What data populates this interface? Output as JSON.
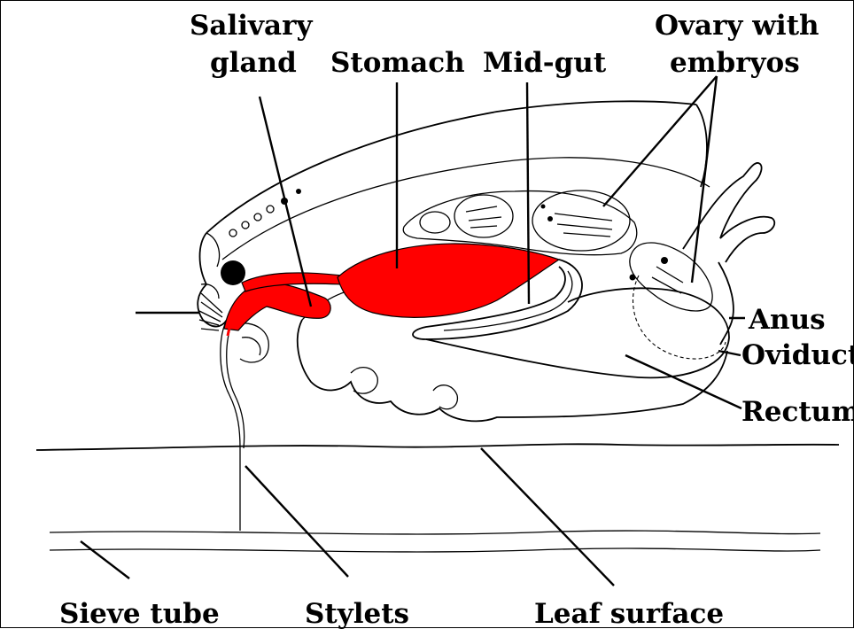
{
  "labels": {
    "salivary_gland_line1": "Salivary",
    "salivary_gland_line2": "gland",
    "stomach": "Stomach",
    "mid_gut": "Mid-gut",
    "ovary_line1": "Ovary with",
    "ovary_line2": "embryos",
    "anus": "Anus",
    "oviduct": "Oviduct",
    "rectum": "Rectum",
    "sieve_tube": "Sieve tube",
    "stylets": "Stylets",
    "leaf_surface": "Leaf surface"
  },
  "colors": {
    "highlight": "#ff0000",
    "ink": "#000000",
    "background": "#ffffff"
  }
}
